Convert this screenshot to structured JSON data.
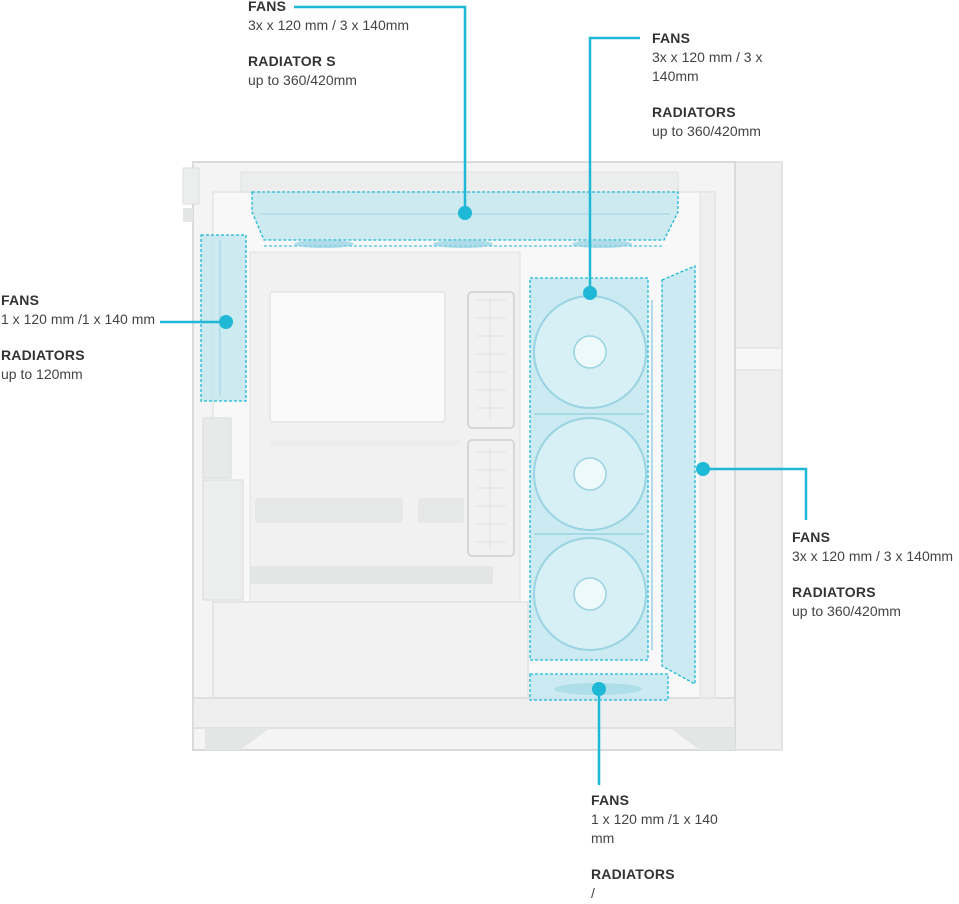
{
  "colors": {
    "accent": "#1fb8d6",
    "zone_fill": "#bfe6ef",
    "case_body": "#f4f5f4",
    "case_edge": "#d9dbda",
    "text": "#3a3a3a"
  },
  "callouts": {
    "top": {
      "fans_heading": "FANS",
      "fans_value": "3x x 120 mm / 3 x 140mm",
      "radiators_heading": "RADIATOR S",
      "radiators_value": "up to  360/420mm"
    },
    "front": {
      "fans_heading": "FANS",
      "fans_value": "3x x 120 mm / 3 x 140mm",
      "radiators_heading": "RADIATORS",
      "radiators_value": "up to  360/420mm"
    },
    "rear": {
      "fans_heading": "FANS",
      "fans_value": "1 x 120 mm /1 x 140 mm",
      "radiators_heading": "RADIATORS",
      "radiators_value": "up to 120mm"
    },
    "side": {
      "fans_heading": "FANS",
      "fans_value": "3x x 120 mm / 3 x 140mm",
      "radiators_heading": "RADIATORS",
      "radiators_value": "up to  360/420mm"
    },
    "bottom": {
      "fans_heading": "FANS",
      "fans_value": "1 x 120 mm /1 x 140 mm",
      "radiators_heading": "RADIATORS",
      "radiators_value": "/"
    }
  }
}
